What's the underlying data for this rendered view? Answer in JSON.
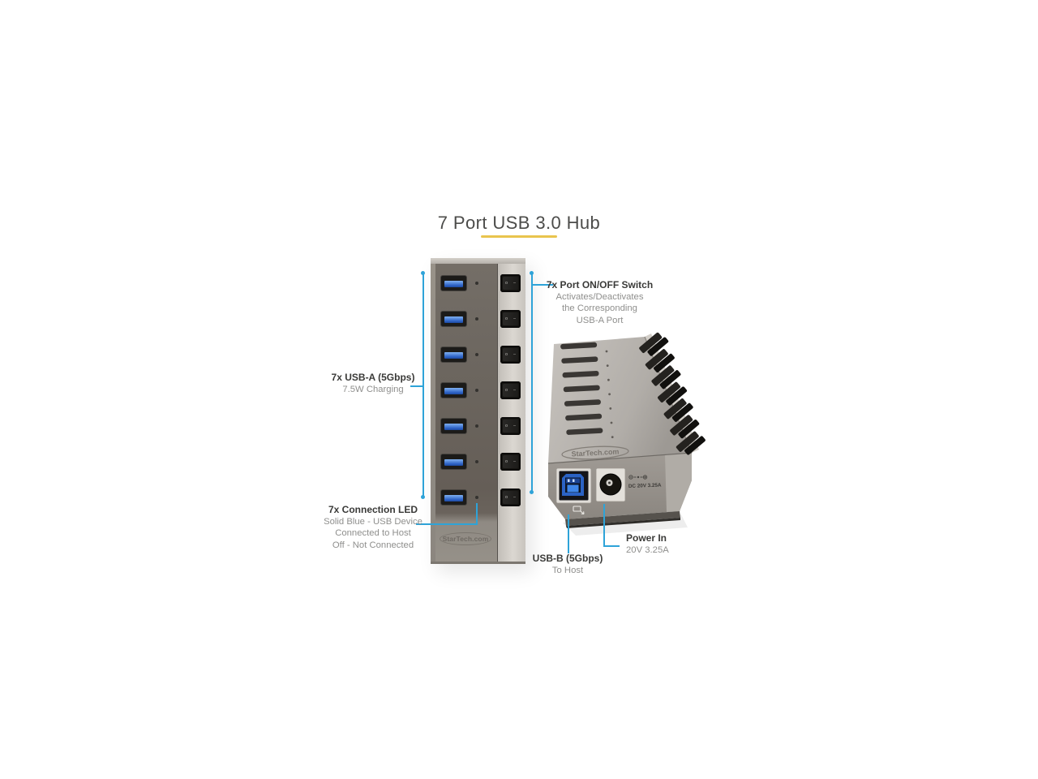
{
  "title": "7 Port USB 3.0 Hub",
  "colors": {
    "leader": "#2EA3D8",
    "underline": "#E9C44E"
  },
  "front_device": {
    "brand": "StarTech.com",
    "port_count": 7,
    "rocker_mark_on": "o",
    "rocker_mark_off": "–"
  },
  "rear_device": {
    "brand": "StarTech.com",
    "port_count": 7,
    "dc_label": "DC 20V 3.25A"
  },
  "annotations": {
    "switch": {
      "label": "7x Port ON/OFF Switch",
      "sub1": "Activates/Deactivates",
      "sub2": "the Corresponding",
      "sub3": "USB-A Port"
    },
    "usb_a": {
      "label": "7x USB-A (5Gbps)",
      "sub": "7.5W Charging"
    },
    "led": {
      "label": "7x Connection LED",
      "sub1": "Solid Blue - USB Device",
      "sub2": "Connected to Host",
      "sub3": "Off - Not Connected"
    },
    "usb_b": {
      "label": "USB-B (5Gbps)",
      "sub": "To Host"
    },
    "power": {
      "label": "Power In",
      "sub": "20V 3.25A"
    }
  }
}
